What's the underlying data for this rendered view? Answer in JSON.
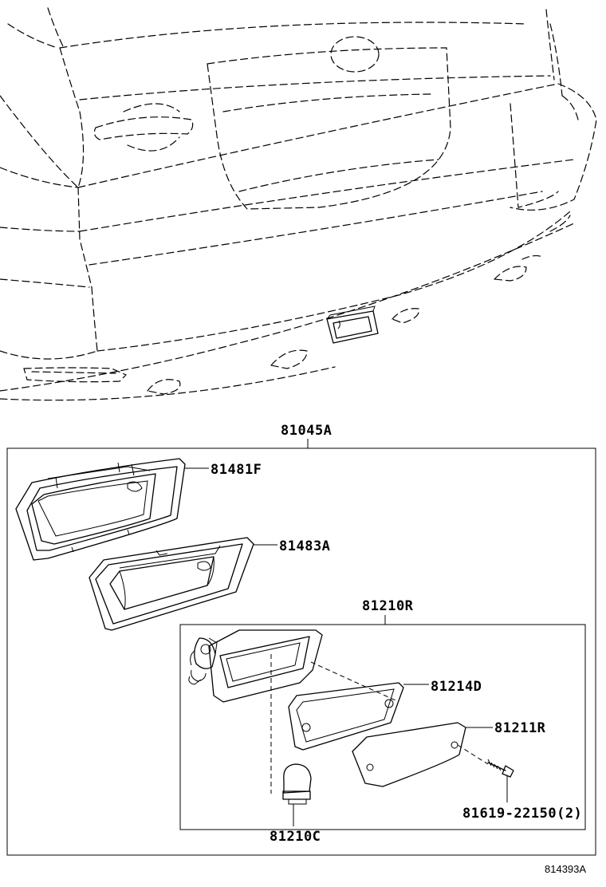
{
  "figure_code": "814393A",
  "parts": {
    "lamp_assy": "81045A",
    "outer_bezel": "81481F",
    "inner_housing": "81483A",
    "lamp_unit": "81210R",
    "gasket": "81214D",
    "lens": "81211R",
    "screw": "81619-22150(2)",
    "bulb": "81210C"
  }
}
